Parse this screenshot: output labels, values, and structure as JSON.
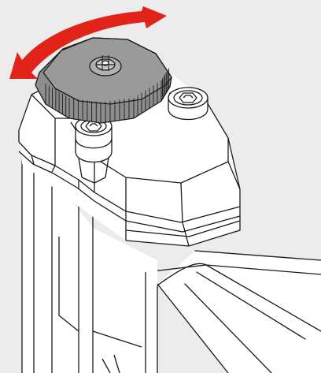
{
  "diagram": {
    "background_color": "#ececec",
    "line_color": "#1a1a1a",
    "body_fill": "#ffffff",
    "knob_fill": "#8e8e8e",
    "knob_top_fill": "#9a9a9a",
    "arrow_color": "#e2231a",
    "components": [
      {
        "name": "adjustment-knob",
        "icon": "knurled-dial"
      },
      {
        "name": "rotation-arrow",
        "icon": "double-headed-curved-arrow"
      },
      {
        "name": "hex-socket-screw-right",
        "icon": "hex-socket"
      },
      {
        "name": "hex-socket-screw-left",
        "icon": "hex-socket"
      },
      {
        "name": "housing-top",
        "icon": "octagonal-housing"
      },
      {
        "name": "support-bar",
        "icon": "rectangular-bar"
      }
    ]
  }
}
